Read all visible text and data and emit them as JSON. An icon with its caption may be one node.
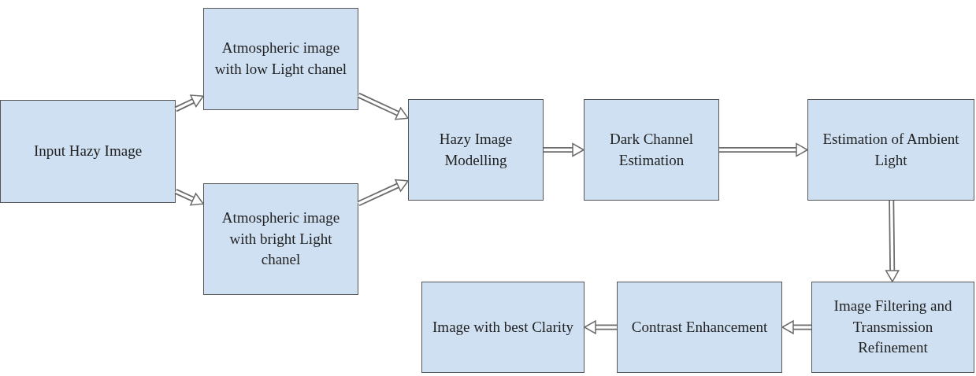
{
  "diagram": {
    "nodes": [
      {
        "text": [
          "Input Hazy Image"
        ]
      },
      {
        "text": [
          "Atmospheric image with low Light chanel"
        ]
      },
      {
        "text": [
          "Atmospheric image with bright Light chanel"
        ]
      },
      {
        "text": [
          "Hazy Image Modelling"
        ]
      },
      {
        "text": [
          "Dark Channel Estimation"
        ]
      },
      {
        "text": [
          "Estimation of Ambient Light"
        ]
      },
      {
        "text": [
          "Image Filtering and Transmission Refinement"
        ]
      },
      {
        "text": [
          "Contrast Enhancement"
        ]
      },
      {
        "text": [
          "Image with best Clarity"
        ]
      }
    ],
    "edges": [
      {
        "from": 0,
        "to": 1,
        "arrow": "to"
      },
      {
        "from": 0,
        "to": 2,
        "arrow": "to"
      },
      {
        "from": 1,
        "to": 3,
        "arrow": "to"
      },
      {
        "from": 2,
        "to": 3,
        "arrow": "to"
      },
      {
        "from": 3,
        "to": 4,
        "arrow": "to"
      },
      {
        "from": 4,
        "to": 5,
        "arrow": "to"
      },
      {
        "from": 5,
        "to": 6,
        "arrow": "to"
      },
      {
        "from": 6,
        "to": 7,
        "arrow": "to"
      },
      {
        "from": 7,
        "to": 8,
        "arrow": "to"
      }
    ]
  }
}
